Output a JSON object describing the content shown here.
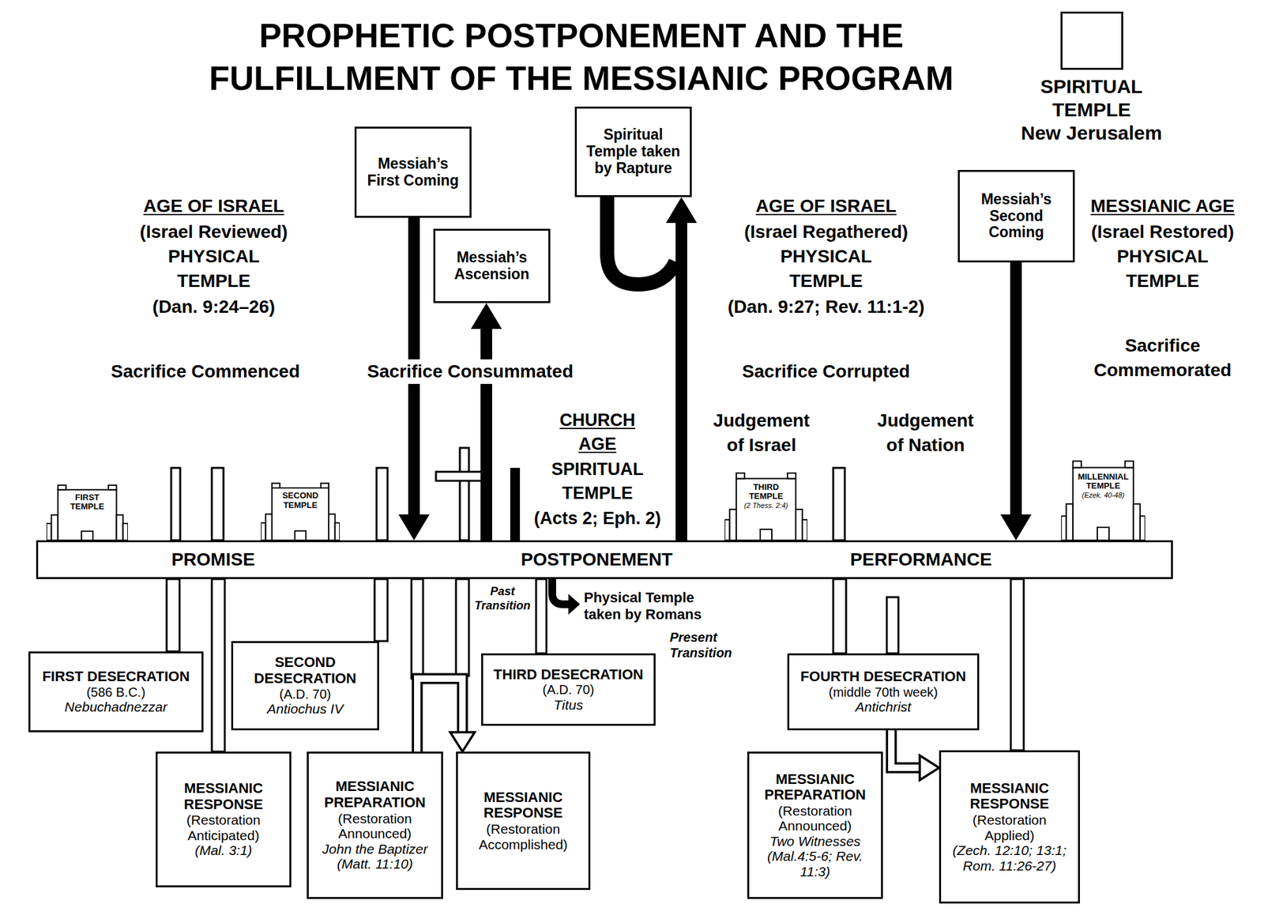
{
  "diagram": {
    "title": "PROPHETIC POSTPONEMENT AND THE FULFILLMENT OF THE MESSIANIC PROGRAM",
    "nodes": [
      {
        "text": [
          "Messiah’s First Coming"
        ]
      },
      {
        "text": [
          "Messiah’s Ascension"
        ]
      },
      {
        "text": [
          "Spiritual Temple taken by Rapture"
        ]
      },
      {
        "text": [
          "SPIRITUAL TEMPLE",
          "New Jerusalem"
        ]
      },
      {
        "text": [
          "Messiah’s Second Coming"
        ]
      },
      {
        "text": [
          "FIRST TEMPLE"
        ]
      },
      {
        "text": [
          "SECOND TEMPLE"
        ]
      },
      {
        "text": [
          "THIRD TEMPLE",
          "(2 Thess. 2:4)"
        ]
      },
      {
        "text": [
          "MILLENNIAL TEMPLE",
          "(Ezek. 40-48)"
        ]
      },
      {
        "text": [
          "PROMISE",
          "POSTPONEMENT",
          "PERFORMANCE"
        ]
      },
      {
        "text": [
          "FIRST DESECRATION",
          "(586 B.C.)",
          "Nebuchadnezzar"
        ]
      },
      {
        "text": [
          "SECOND DESECRATION",
          "(A.D. 70)",
          "Antiochus IV"
        ]
      },
      {
        "text": [
          "THIRD DESECRATION",
          "(A.D. 70)",
          "Titus"
        ]
      },
      {
        "text": [
          "FOURTH DESECRATION",
          "(middle 70th week)",
          "Antichrist"
        ]
      },
      {
        "text": [
          "MESSIANIC RESPONSE",
          "(Restoration Anticipated)",
          "(Mal. 3:1)"
        ]
      },
      {
        "text": [
          "MESSIANIC PREPARATION",
          "(Restoration Announced)",
          "John the Baptizer",
          "(Matt. 11:10)"
        ]
      },
      {
        "text": [
          "MESSIANIC RESPONSE",
          "(Restoration Accomplished)"
        ]
      },
      {
        "text": [
          "MESSIANIC PREPARATION",
          "(Restoration Announced)",
          "Two Witnesses",
          "(Mal.4:5-6; Rev. 11:3)"
        ]
      },
      {
        "text": [
          "MESSIANIC RESPONSE",
          "(Restoration Applied)",
          "(Zech. 12:10; 13:1; Rom. 11:26-27)"
        ]
      }
    ],
    "edges": [
      {
        "from": 0,
        "to": 9,
        "arrow": "to"
      },
      {
        "from": 9,
        "to": 1,
        "arrow": "to"
      },
      {
        "from": 9,
        "to": 2,
        "arrow": "to"
      },
      {
        "from": 4,
        "to": 9,
        "arrow": "to"
      },
      {
        "from": 15,
        "to": 16,
        "arrow": "to"
      },
      {
        "from": 13,
        "to": 18,
        "arrow": "to"
      }
    ],
    "labels": [
      "AGE OF ISRAEL",
      "(Israel Reviewed)",
      "PHYSICAL TEMPLE",
      "(Dan. 9:24–26)",
      "Sacrifice Commenced",
      "Sacrifice Consummated",
      "CHURCH AGE",
      "SPIRITUAL TEMPLE",
      "(Acts 2; Eph. 2)",
      "AGE OF ISRAEL",
      "(Israel Regathered)",
      "PHYSICAL TEMPLE",
      "(Dan. 9:27; Rev. 11:1-2)",
      "Sacrifice Corrupted",
      "Judgement of Israel",
      "Judgement of Nation",
      "MESSIANIC AGE",
      "(Israel Restored)",
      "PHYSICAL TEMPLE",
      "Sacrifice Commemorated",
      "Past Transition",
      "Physical Temple taken by Romans",
      "Present Transition"
    ]
  }
}
